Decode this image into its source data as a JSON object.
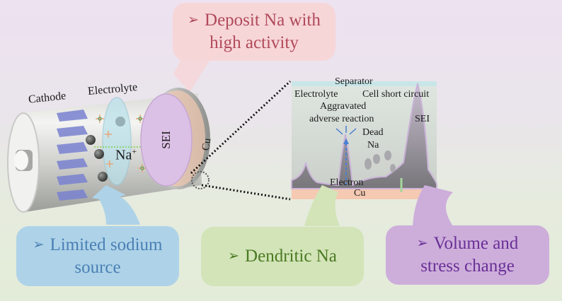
{
  "diagram": {
    "callouts": {
      "top": {
        "bullet": "➢",
        "line1": "Deposit Na with",
        "line2": "high activity",
        "color": "#b04a5a",
        "bg": "#f7d6d8"
      },
      "left": {
        "bullet": "➢",
        "line1": "Limited sodium",
        "line2": "source",
        "color": "#4a7fb5",
        "bg": "#aed3e8"
      },
      "middle": {
        "bullet": "➢",
        "line1": "Dendritic Na",
        "color": "#4a7a22",
        "bg": "#d3e4b8"
      },
      "right": {
        "bullet": "➢",
        "line1": "Volume and",
        "line2": "stress change",
        "color": "#6a2f96",
        "bg": "#cdaedb"
      }
    },
    "battery_labels": {
      "cathode": "Cathode",
      "electrolyte": "Electrolyte",
      "ion": "Na",
      "ion_charge": "+",
      "sei": "SEI",
      "cu": "Cu"
    },
    "zoom_labels": {
      "separator": "Separator",
      "electrolyte": "Electrolyte",
      "short_circuit": "Cell short circuit",
      "aggravated": "Aggravated",
      "adverse": "adverse reaction",
      "dead": "Dead",
      "na": "Na",
      "sei": "SEI",
      "electron": "Electron",
      "cu": "Cu"
    }
  }
}
